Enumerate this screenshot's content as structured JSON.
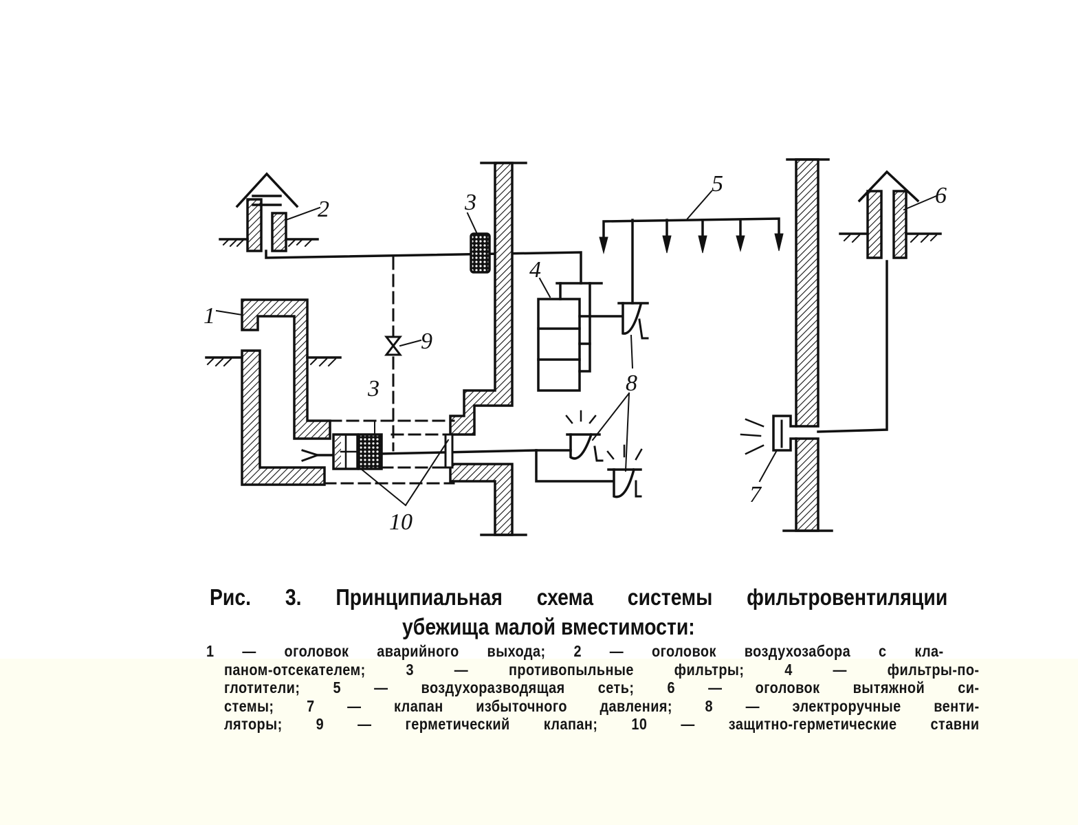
{
  "figure": {
    "labels": {
      "l1": "1",
      "l2": "2",
      "l3a": "3",
      "l3b": "3",
      "l4": "4",
      "l5": "5",
      "l6": "6",
      "l7": "7",
      "l8": "8",
      "l9": "9",
      "l10": "10"
    }
  },
  "caption": {
    "title_line1": "Рис. 3. Принципиальная схема системы фильтровентиляции",
    "title_line2": "убежища малой вместимости:",
    "legend_lines": [
      "1 — оголовок аварийного выхода; 2 — оголовок воздухозабора с кла-",
      "паном-отсекателем; 3 — противопыльные фильтры; 4 — фильтры-по-",
      "глотители; 5 — воздухоразводящая сеть; 6 — оголовок вытяжной си-",
      "стемы; 7 — клапан избыточного давления; 8 — электроручные венти-",
      "ляторы; 9 — герметический клапан; 10 — защитно-герметические ставни"
    ]
  }
}
